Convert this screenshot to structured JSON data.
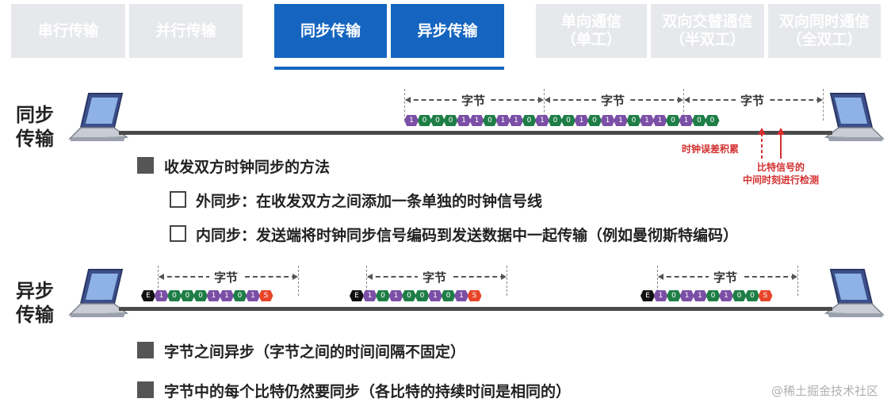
{
  "tabs": {
    "serial": "串行传输",
    "parallel": "并行传输",
    "sync": "同步传输",
    "async": "异步传输",
    "simplex_1": "单向通信",
    "simplex_2": "（单工）",
    "half_duplex_1": "双向交替通信",
    "half_duplex_2": "（半双工）",
    "full_duplex_1": "双向同时通信",
    "full_duplex_2": "（全双工）"
  },
  "sync_section": {
    "label_line1": "同步",
    "label_line2": "传输",
    "byte_label": "字节",
    "bits": [
      "1",
      "0",
      "0",
      "0",
      "1",
      "1",
      "0",
      "1",
      "1",
      "0",
      "1",
      "0",
      "0",
      "1",
      "0",
      "1",
      "1",
      "0",
      "1",
      "1",
      "0",
      "1",
      "0",
      "0"
    ],
    "note_clock_error": "时钟误差积累",
    "note_mid_detect_1": "比特信号的",
    "note_mid_detect_2": "中间时刻进行检测",
    "heading": "收发双方时钟同步的方法",
    "item_external": "外同步：在收发双方之间添加一条单独的时钟信号线",
    "item_internal": "内同步：发送端将时钟同步信号编码到发送数据中一起传输（例如曼彻斯特编码）"
  },
  "async_section": {
    "label_line1": "异步",
    "label_line2": "传输",
    "byte_label": "字节",
    "start_bit": "E",
    "stop_bit": "S",
    "frames": [
      [
        "1",
        "0",
        "0",
        "0",
        "1",
        "1",
        "0",
        "1"
      ],
      [
        "1",
        "0",
        "1",
        "0",
        "0",
        "1",
        "0",
        "1"
      ],
      [
        "1",
        "0",
        "1",
        "1",
        "0",
        "1",
        "0",
        "0"
      ]
    ],
    "bullet_1": "字节之间异步（字节之间的时间间隔不固定）",
    "bullet_2": "字节中的每个比特仍然要同步（各比特的持续时间是相同的）"
  },
  "watermark": "@稀土掘金技术社区",
  "colors": {
    "tab_active": "#1565c0",
    "tab_inactive": "#e6e8eb",
    "bit_one": "#7b4fa6",
    "bit_zero": "#1e7e46",
    "start_bit": "#111111",
    "stop_bit": "#e8452a",
    "note_red": "#d32f2f"
  }
}
